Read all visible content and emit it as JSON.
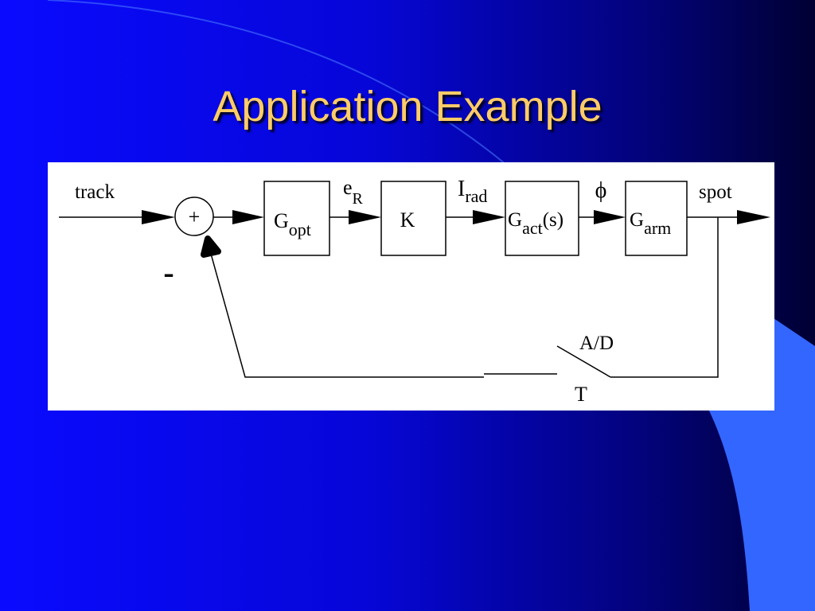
{
  "slide": {
    "title": "Application Example",
    "colors": {
      "background_left": "#0a0aff",
      "background_right": "#000033",
      "accent_shape": "#3366ff",
      "title": "#ffcc66",
      "panel": "#ffffff"
    }
  },
  "diagram": {
    "signals": {
      "input": "track",
      "output": "spot",
      "error_base": "e",
      "error_sub": "R",
      "current_base": "I",
      "current_sub": "rad",
      "angle": "ϕ"
    },
    "summer": {
      "symbol": "+",
      "feedback_sign": "-"
    },
    "blocks": {
      "optics": {
        "base": "G",
        "sub": "opt"
      },
      "gain": {
        "label": "K"
      },
      "actuator": {
        "base": "G",
        "sub": "act",
        "suffix": "(s)"
      },
      "arm": {
        "base": "G",
        "sub": "arm"
      }
    },
    "sampler": {
      "label": "A/D",
      "period": "T"
    }
  }
}
